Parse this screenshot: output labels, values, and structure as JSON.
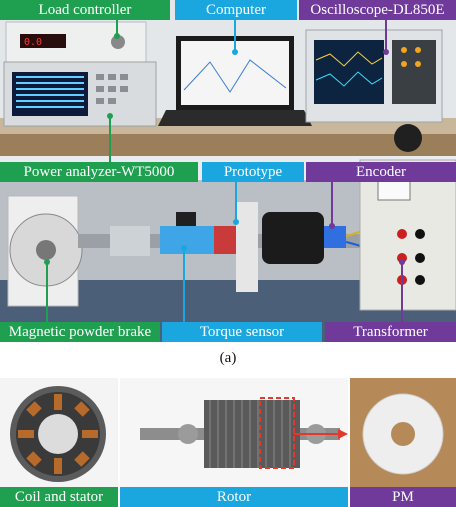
{
  "labels": {
    "load_controller": "Load controller",
    "computer": "Computer",
    "oscilloscope": "Oscilloscope-DL850E",
    "power_analyzer": "Power analyzer-WT5000",
    "prototype": "Prototype",
    "encoder": "Encoder",
    "brake": "Magnetic powder brake",
    "torque_sensor": "Torque sensor",
    "transformer": "Transformer",
    "coil_stator": "Coil and stator",
    "rotor": "Rotor",
    "pm": "PM"
  },
  "caption_a": "(a)",
  "colors": {
    "green": "#1fa050",
    "blue": "#1aa7e0",
    "purple": "#6f3a99"
  }
}
